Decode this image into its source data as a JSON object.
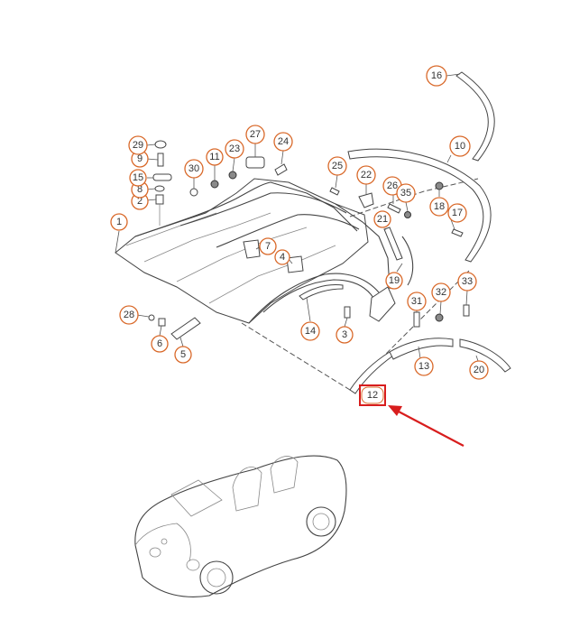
{
  "diagram": {
    "highlighted_part": "12",
    "colors": {
      "callout_ring": "#d9692a",
      "highlight": "#d81d1d",
      "line": "#444444"
    }
  },
  "callouts": [
    {
      "id": "c1",
      "label": "1"
    },
    {
      "id": "c2",
      "label": "2"
    },
    {
      "id": "c3",
      "label": "3"
    },
    {
      "id": "c4",
      "label": "4"
    },
    {
      "id": "c5",
      "label": "5"
    },
    {
      "id": "c6",
      "label": "6"
    },
    {
      "id": "c7",
      "label": "7"
    },
    {
      "id": "c8",
      "label": "8"
    },
    {
      "id": "c9",
      "label": "9"
    },
    {
      "id": "c10",
      "label": "10"
    },
    {
      "id": "c11",
      "label": "11"
    },
    {
      "id": "c12",
      "label": "12"
    },
    {
      "id": "c13",
      "label": "13"
    },
    {
      "id": "c14",
      "label": "14"
    },
    {
      "id": "c15",
      "label": "15"
    },
    {
      "id": "c16",
      "label": "16"
    },
    {
      "id": "c17",
      "label": "17"
    },
    {
      "id": "c18",
      "label": "18"
    },
    {
      "id": "c19",
      "label": "19"
    },
    {
      "id": "c20",
      "label": "20"
    },
    {
      "id": "c21",
      "label": "21"
    },
    {
      "id": "c22",
      "label": "22"
    },
    {
      "id": "c23",
      "label": "23"
    },
    {
      "id": "c24",
      "label": "24"
    },
    {
      "id": "c25",
      "label": "25"
    },
    {
      "id": "c26",
      "label": "26"
    },
    {
      "id": "c27",
      "label": "27"
    },
    {
      "id": "c28",
      "label": "28"
    },
    {
      "id": "c29",
      "label": "29"
    },
    {
      "id": "c30",
      "label": "30"
    },
    {
      "id": "c31",
      "label": "31"
    },
    {
      "id": "c32",
      "label": "32"
    },
    {
      "id": "c33",
      "label": "33"
    },
    {
      "id": "c35",
      "label": "35"
    }
  ]
}
